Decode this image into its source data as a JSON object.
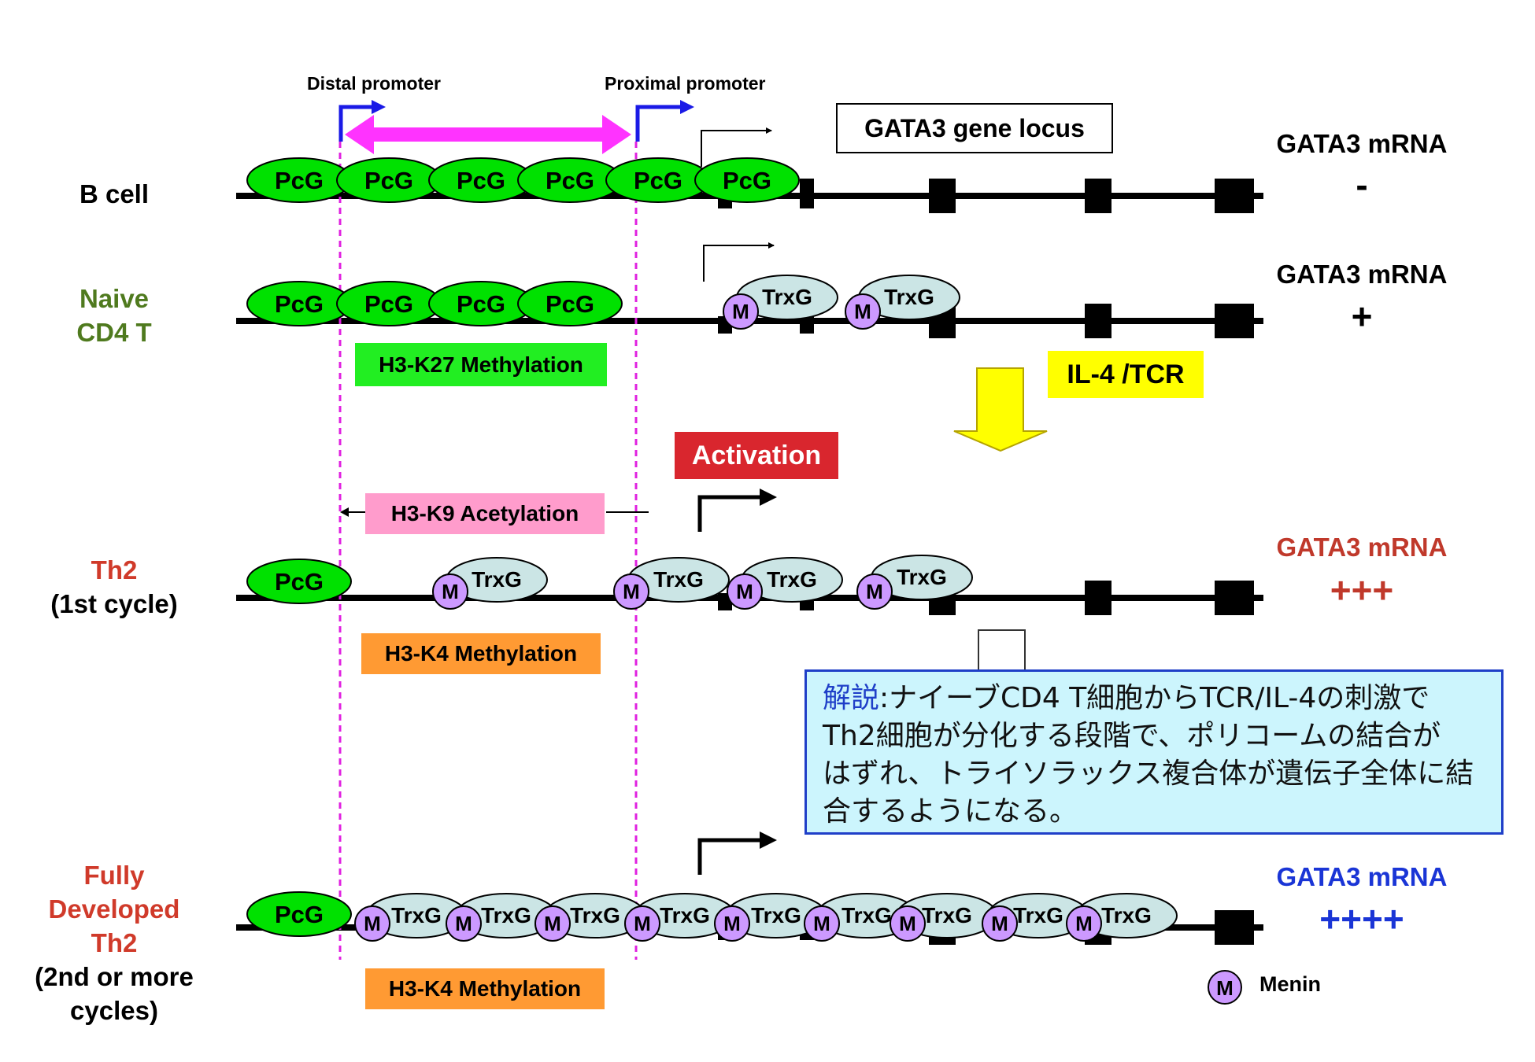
{
  "rows": {
    "b_cell": {
      "label": "B cell",
      "mrna_label": "GATA3 mRNA",
      "mrna_level": "-"
    },
    "naive": {
      "label_line1": "Naive",
      "label_line2": "CD4 T",
      "mrna_label": "GATA3 mRNA",
      "mrna_level": "+"
    },
    "th2_first": {
      "label_line1": "Th2",
      "label_line2": "(1st cycle)",
      "mrna_label": "GATA3 mRNA",
      "mrna_level": "+++"
    },
    "th2_full": {
      "label_line1": "Fully",
      "label_line2": "Developed",
      "label_line3": "Th2",
      "label_line4": "(2nd or more",
      "label_line5": "cycles)",
      "mrna_label": "GATA3 mRNA",
      "mrna_level": "++++"
    }
  },
  "promoters": {
    "distal": "Distal promoter",
    "proximal": "Proximal promoter"
  },
  "gene_locus_label": "GATA3 gene locus",
  "protein_labels": {
    "pcg": "PcG",
    "trxg": "TrxG",
    "menin": "M"
  },
  "marks": {
    "k27": "H3-K27 Methylation",
    "k9": "H3-K9 Acetylation",
    "k4_first": "H3-K4 Methylation",
    "k4_full": "H3-K4 Methylation"
  },
  "stimulus_label": "IL-4 /TCR",
  "activation_label": "Activation",
  "note": {
    "heading": "解説",
    "line1": ":ナイーブCD4 T細胞からTCR/IL-4の刺激で",
    "line2": "Th2細胞が分化する段階で、ポリコームの結合が",
    "line3": "はずれ、トライソラックス複合体が遺伝子全体に結",
    "line4": "合するようになる。"
  },
  "legend": {
    "symbol": "M",
    "label": "Menin"
  },
  "colors": {
    "pcg": "#00e100",
    "trxg": "#cbe5e5",
    "menin": "#cc99ff",
    "naive_label": "#4f7a1e",
    "th2_label": "#d03a2a",
    "level_th2": "#c0392b",
    "level_full": "#1a35d6",
    "k27_box": "#22ee22",
    "k9_box": "#ff9ccc",
    "k4_box": "#ff9a33",
    "il4_box": "#ffff00",
    "activation_box": "#d9262e",
    "promoter_range": "#ff33ff",
    "promoter_arrow": "#1a1ae6",
    "note_background": "#ccf5fd"
  }
}
